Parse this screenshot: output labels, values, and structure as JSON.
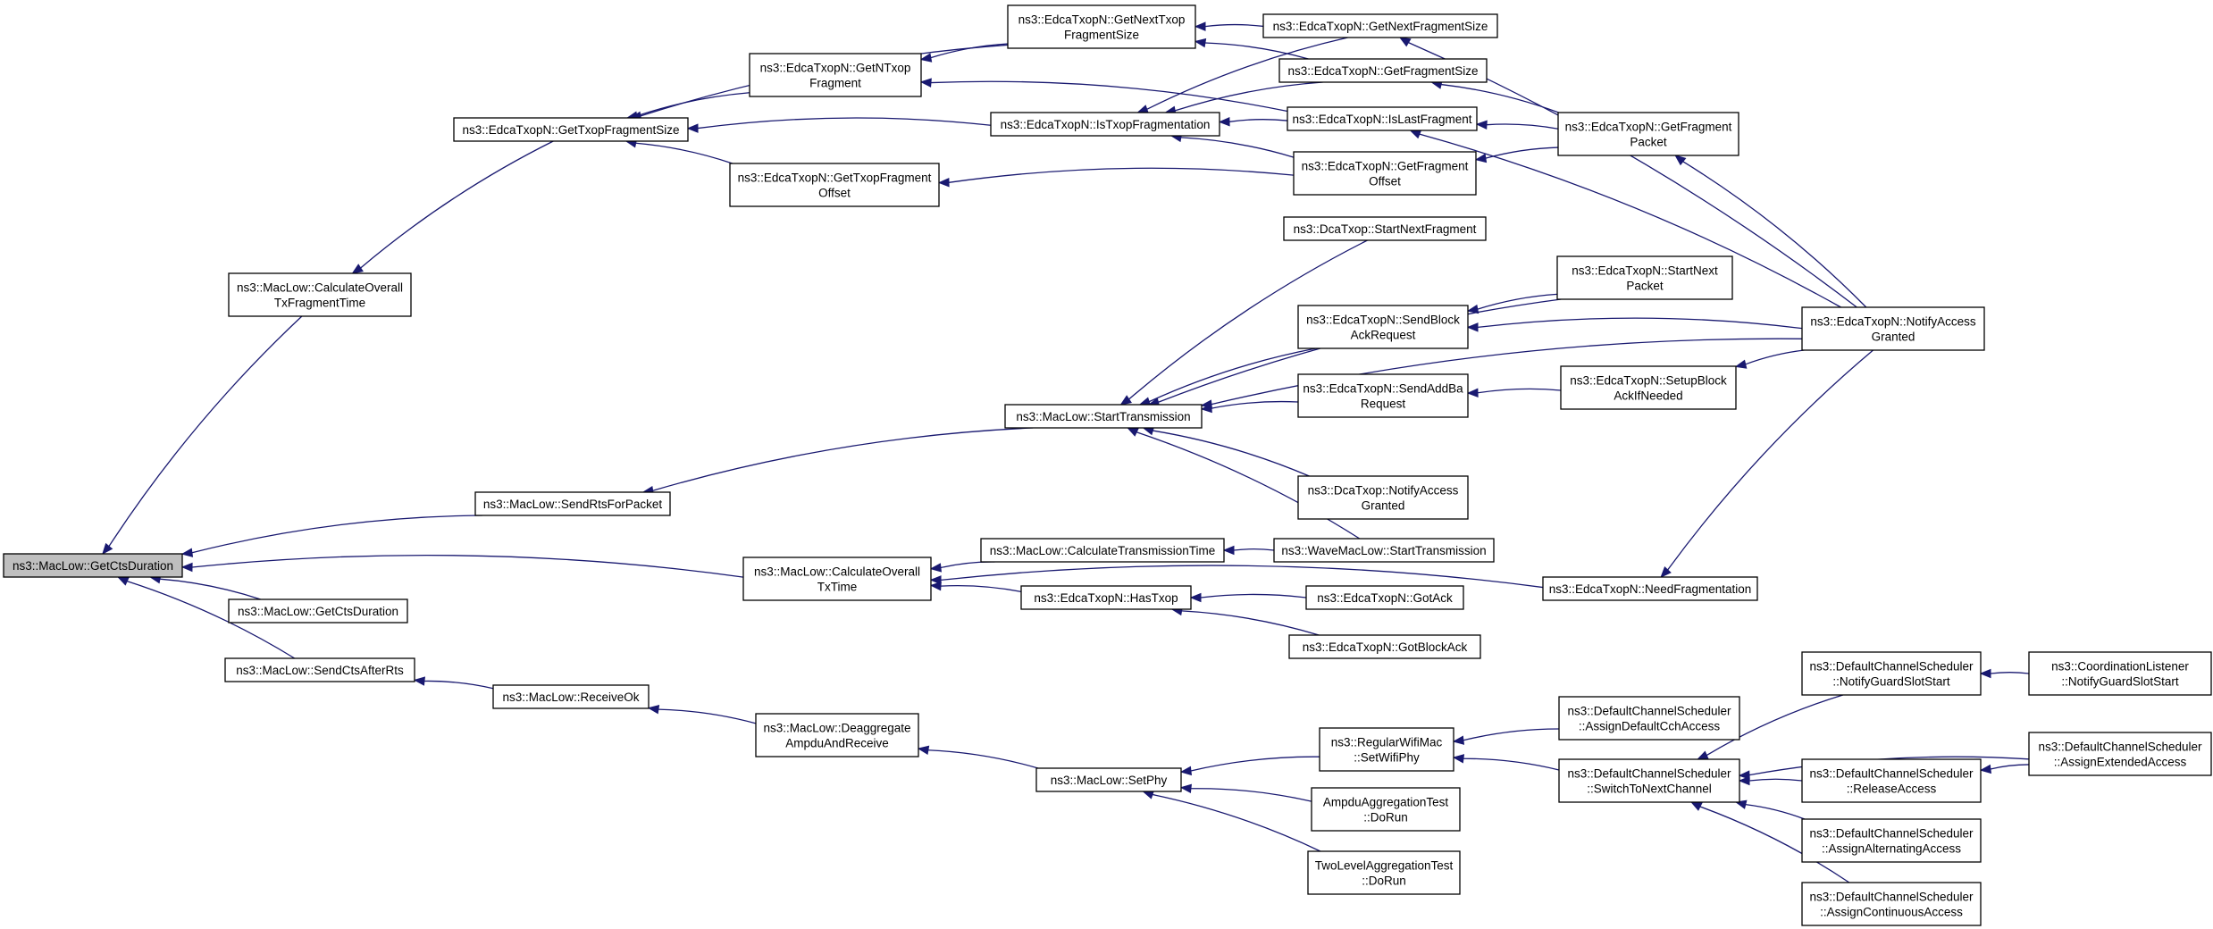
{
  "graph": {
    "edge_color": "#191970",
    "root_fill": "#bfbfbf",
    "nodes": [
      {
        "id": "n0",
        "lines": [
          "ns3::MacLow::GetCtsDuration"
        ]
      },
      {
        "id": "n1",
        "lines": [
          "ns3::MacLow::CalculateOverall",
          "TxFragmentTime"
        ]
      },
      {
        "id": "n2",
        "lines": [
          "ns3::MacLow::SendRtsForPacket"
        ]
      },
      {
        "id": "n3",
        "lines": [
          "ns3::MacLow::GetCtsDuration"
        ]
      },
      {
        "id": "n4",
        "lines": [
          "ns3::MacLow::SendCtsAfterRts"
        ]
      },
      {
        "id": "n5",
        "lines": [
          "ns3::MacLow::CalculateOverall",
          "TxTime"
        ]
      },
      {
        "id": "n6",
        "lines": [
          "ns3::EdcaTxopN::GetTxopFragmentSize"
        ]
      },
      {
        "id": "n7",
        "lines": [
          "ns3::EdcaTxopN::GetNTxop",
          "Fragment"
        ]
      },
      {
        "id": "n8",
        "lines": [
          "ns3::EdcaTxopN::GetTxopFragment",
          "Offset"
        ]
      },
      {
        "id": "n9",
        "lines": [
          "ns3::EdcaTxopN::GetNextTxop",
          "FragmentSize"
        ]
      },
      {
        "id": "n10",
        "lines": [
          "ns3::EdcaTxopN::IsTxopFragmentation"
        ]
      },
      {
        "id": "n11",
        "lines": [
          "ns3::EdcaTxopN::GetNextFragmentSize"
        ]
      },
      {
        "id": "n12",
        "lines": [
          "ns3::EdcaTxopN::GetFragmentSize"
        ]
      },
      {
        "id": "n13",
        "lines": [
          "ns3::EdcaTxopN::IsLastFragment"
        ]
      },
      {
        "id": "n14",
        "lines": [
          "ns3::EdcaTxopN::GetFragment",
          "Offset"
        ]
      },
      {
        "id": "n15",
        "lines": [
          "ns3::EdcaTxopN::GetFragment",
          "Packet"
        ]
      },
      {
        "id": "n16",
        "lines": [
          "ns3::EdcaTxopN::NotifyAccess",
          "Granted"
        ]
      },
      {
        "id": "n17",
        "lines": [
          "ns3::MacLow::StartTransmission"
        ]
      },
      {
        "id": "n18",
        "lines": [
          "ns3::DcaTxop::StartNextFragment"
        ]
      },
      {
        "id": "n19",
        "lines": [
          "ns3::EdcaTxopN::StartNext",
          "Packet"
        ]
      },
      {
        "id": "n20",
        "lines": [
          "ns3::EdcaTxopN::SendBlock",
          "AckRequest"
        ]
      },
      {
        "id": "n21",
        "lines": [
          "ns3::EdcaTxopN::SendAddBa",
          "Request"
        ]
      },
      {
        "id": "n22",
        "lines": [
          "ns3::EdcaTxopN::SetupBlock",
          "AckIfNeeded"
        ]
      },
      {
        "id": "n23",
        "lines": [
          "ns3::DcaTxop::NotifyAccess",
          "Granted"
        ]
      },
      {
        "id": "n24",
        "lines": [
          "ns3::WaveMacLow::StartTransmission"
        ]
      },
      {
        "id": "n25",
        "lines": [
          "ns3::MacLow::CalculateTransmissionTime"
        ]
      },
      {
        "id": "n26",
        "lines": [
          "ns3::EdcaTxopN::HasTxop"
        ]
      },
      {
        "id": "n27",
        "lines": [
          "ns3::EdcaTxopN::GotAck"
        ]
      },
      {
        "id": "n28",
        "lines": [
          "ns3::EdcaTxopN::GotBlockAck"
        ]
      },
      {
        "id": "n29",
        "lines": [
          "ns3::EdcaTxopN::NeedFragmentation"
        ]
      },
      {
        "id": "n30",
        "lines": [
          "ns3::MacLow::ReceiveOk"
        ]
      },
      {
        "id": "n31",
        "lines": [
          "ns3::MacLow::Deaggregate",
          "AmpduAndReceive"
        ]
      },
      {
        "id": "n32",
        "lines": [
          "ns3::MacLow::SetPhy"
        ]
      },
      {
        "id": "n33",
        "lines": [
          "ns3::RegularWifiMac",
          "::SetWifiPhy"
        ]
      },
      {
        "id": "n34",
        "lines": [
          "AmpduAggregationTest",
          "::DoRun"
        ]
      },
      {
        "id": "n35",
        "lines": [
          "TwoLevelAggregationTest",
          "::DoRun"
        ]
      },
      {
        "id": "n36",
        "lines": [
          "ns3::DefaultChannelScheduler",
          "::AssignDefaultCchAccess"
        ]
      },
      {
        "id": "n37",
        "lines": [
          "ns3::DefaultChannelScheduler",
          "::SwitchToNextChannel"
        ]
      },
      {
        "id": "n38",
        "lines": [
          "ns3::DefaultChannelScheduler",
          "::NotifyGuardSlotStart"
        ]
      },
      {
        "id": "n39",
        "lines": [
          "ns3::DefaultChannelScheduler",
          "::ReleaseAccess"
        ]
      },
      {
        "id": "n40",
        "lines": [
          "ns3::DefaultChannelScheduler",
          "::AssignAlternatingAccess"
        ]
      },
      {
        "id": "n41",
        "lines": [
          "ns3::DefaultChannelScheduler",
          "::AssignContinuousAccess"
        ]
      },
      {
        "id": "n42",
        "lines": [
          "ns3::CoordinationListener",
          "::NotifyGuardSlotStart"
        ]
      },
      {
        "id": "n43",
        "lines": [
          "ns3::DefaultChannelScheduler",
          "::AssignExtendedAccess"
        ]
      }
    ],
    "edges": [
      [
        "n1",
        "n0"
      ],
      [
        "n2",
        "n0"
      ],
      [
        "n3",
        "n0"
      ],
      [
        "n4",
        "n0"
      ],
      [
        "n5",
        "n0"
      ],
      [
        "n6",
        "n1"
      ],
      [
        "n7",
        "n6"
      ],
      [
        "n8",
        "n6"
      ],
      [
        "n9",
        "n6"
      ],
      [
        "n10",
        "n6"
      ],
      [
        "n9",
        "n7"
      ],
      [
        "n13",
        "n7"
      ],
      [
        "n14",
        "n8"
      ],
      [
        "n11",
        "n9"
      ],
      [
        "n12",
        "n9"
      ],
      [
        "n11",
        "n10"
      ],
      [
        "n12",
        "n10"
      ],
      [
        "n13",
        "n10"
      ],
      [
        "n14",
        "n10"
      ],
      [
        "n16",
        "n11"
      ],
      [
        "n15",
        "n12"
      ],
      [
        "n15",
        "n13"
      ],
      [
        "n16",
        "n13"
      ],
      [
        "n15",
        "n14"
      ],
      [
        "n16",
        "n15"
      ],
      [
        "n17",
        "n2"
      ],
      [
        "n18",
        "n17"
      ],
      [
        "n19",
        "n17"
      ],
      [
        "n20",
        "n17"
      ],
      [
        "n21",
        "n17"
      ],
      [
        "n16",
        "n17"
      ],
      [
        "n23",
        "n17"
      ],
      [
        "n24",
        "n17"
      ],
      [
        "n19",
        "n20"
      ],
      [
        "n16",
        "n20"
      ],
      [
        "n22",
        "n21"
      ],
      [
        "n16",
        "n22"
      ],
      [
        "n25",
        "n5"
      ],
      [
        "n26",
        "n5"
      ],
      [
        "n29",
        "n5"
      ],
      [
        "n24",
        "n25"
      ],
      [
        "n27",
        "n26"
      ],
      [
        "n28",
        "n26"
      ],
      [
        "n16",
        "n29"
      ],
      [
        "n30",
        "n4"
      ],
      [
        "n31",
        "n30"
      ],
      [
        "n32",
        "n31"
      ],
      [
        "n33",
        "n32"
      ],
      [
        "n34",
        "n32"
      ],
      [
        "n35",
        "n32"
      ],
      [
        "n36",
        "n33"
      ],
      [
        "n37",
        "n33"
      ],
      [
        "n38",
        "n37"
      ],
      [
        "n39",
        "n37"
      ],
      [
        "n40",
        "n37"
      ],
      [
        "n41",
        "n37"
      ],
      [
        "n43",
        "n37"
      ],
      [
        "n42",
        "n38"
      ],
      [
        "n43",
        "n39"
      ]
    ]
  }
}
